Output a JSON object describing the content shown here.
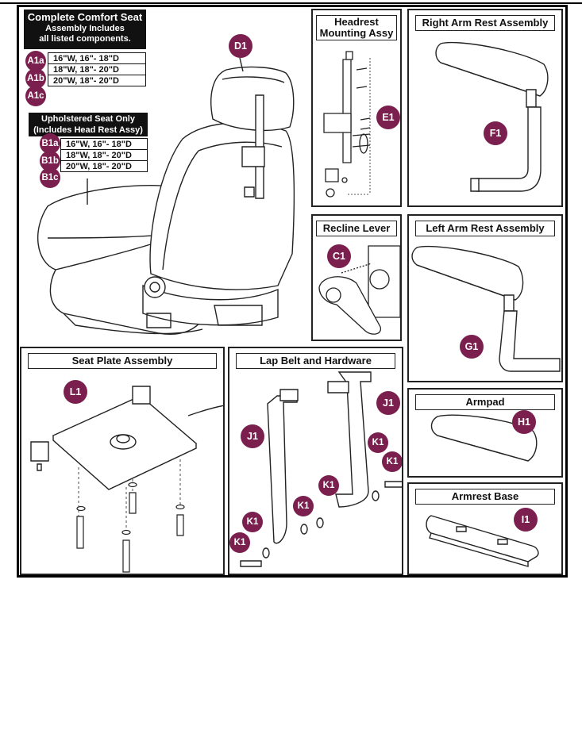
{
  "complete_seat": {
    "title": "Complete Comfort Seat",
    "line1": "Assembly Includes",
    "line2": "all listed components.",
    "rows": [
      {
        "code": "A1a",
        "size": "16\"W, 16\"- 18\"D"
      },
      {
        "code": "A1b",
        "size": "18\"W, 18\"- 20\"D"
      },
      {
        "code": "A1c",
        "size": "20\"W, 18\"- 20\"D"
      }
    ]
  },
  "upholstered_seat": {
    "line1": "Upholstered Seat Only",
    "line2": "(Includes Head Rest Assy)",
    "rows": [
      {
        "code": "B1a",
        "size": "16\"W, 16\"- 18\"D"
      },
      {
        "code": "B1b",
        "size": "18\"W, 18\"- 20\"D"
      },
      {
        "code": "B1c",
        "size": "20\"W, 18\"- 20\"D"
      }
    ]
  },
  "seat_callouts": {
    "headrest": "D1"
  },
  "panels": {
    "headrest": {
      "title_line1": "Headrest",
      "title_line2": "Mounting Assy",
      "callout": "E1"
    },
    "right_arm": {
      "title": "Right Arm Rest Assembly",
      "callout": "F1"
    },
    "recline": {
      "title": "Recline Lever",
      "callout": "C1"
    },
    "left_arm": {
      "title": "Left Arm Rest Assembly",
      "callout": "G1"
    },
    "seat_plate": {
      "title": "Seat Plate Assembly",
      "callout": "L1"
    },
    "lap_belt": {
      "title": "Lap Belt and Hardware",
      "callouts": [
        "J1",
        "J1",
        "K1",
        "K1",
        "K1",
        "K1",
        "K1",
        "K1"
      ]
    },
    "armpad": {
      "title": "Armpad",
      "callout": "H1"
    },
    "armrest_base": {
      "title": "Armrest Base",
      "callout": "I1"
    }
  },
  "colors": {
    "badge": "#7a1f4e",
    "line": "#222222",
    "label_box": "#111111"
  }
}
